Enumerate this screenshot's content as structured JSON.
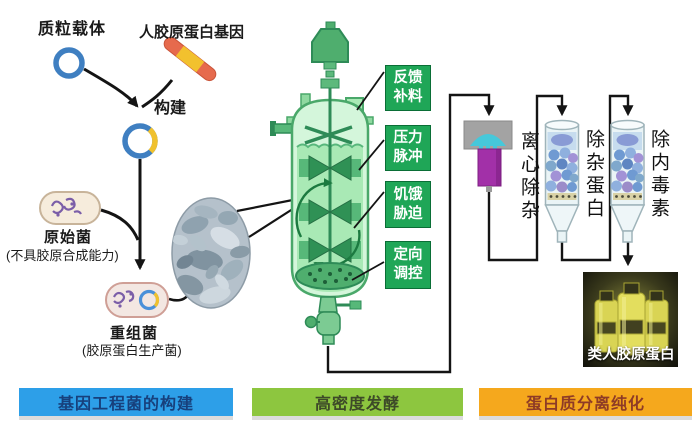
{
  "left_section": {
    "plasmid_label": "质粒载体",
    "gene_label": "人胶原蛋白基因",
    "construct_label": "构建",
    "host_label": "原始菌",
    "host_note": "(不具胶原合成能力)",
    "recombinant_label": "重组菌",
    "recombinant_note": "(胶原蛋白生产菌)"
  },
  "fermenter": {
    "box_color": "#1fa657",
    "strategy_boxes": [
      {
        "line1": "反馈",
        "line2": "补料"
      },
      {
        "line1": "压力",
        "line2": "脉冲"
      },
      {
        "line1": "饥饿",
        "line2": "胁迫"
      },
      {
        "line1": "定向",
        "line2": "调控"
      }
    ]
  },
  "purification": {
    "centrifuge_label": "离心除杂",
    "column1_label": "除杂蛋白",
    "column2_label": "除内毒素",
    "product_label": "类人胶原蛋白"
  },
  "stage_bars": [
    {
      "label": "基因工程菌的构建",
      "bg": "#2d9fe8",
      "fg": "#17407c"
    },
    {
      "label": "高密度发酵",
      "bg": "#8dc63f",
      "fg": "#3d4a28"
    },
    {
      "label": "蛋白质分离纯化",
      "bg": "#f5a81d",
      "fg": "#8e3b26"
    }
  ]
}
